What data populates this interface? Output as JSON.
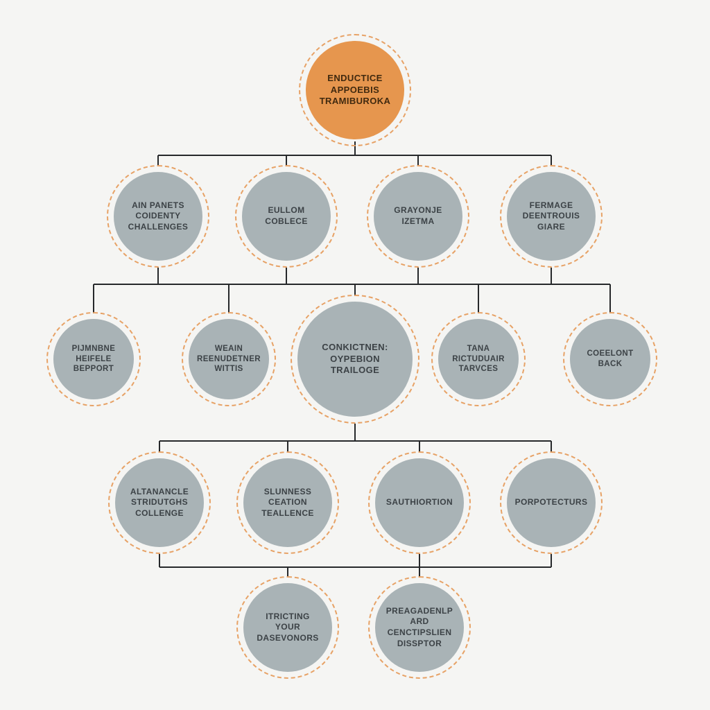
{
  "diagram": {
    "title": "",
    "colors": {
      "background": "#f5f5f3",
      "root_fill": "#e6964e",
      "node_fill": "#a9b3b6",
      "dash": "#e7a266",
      "line": "#26282a",
      "label": "#3c4246",
      "root_label": "#40290f"
    },
    "nodes": [
      {
        "id": "root",
        "label": "ENDUCTICE\nAPPOEBIS\nTRAMIBUROKA",
        "type": "root"
      },
      {
        "id": "ain-panets",
        "label": "AIN PANETS\nCOIDENTY\nCHALLENGES",
        "type": "branch"
      },
      {
        "id": "eullom",
        "label": "EULLOM\nCOBLECE",
        "type": "branch"
      },
      {
        "id": "grayonje",
        "label": "GRAYONJE\nIZETMA",
        "type": "branch"
      },
      {
        "id": "fermage",
        "label": "FERMAGE\nDEENTROUIS\nGIARE",
        "type": "branch"
      },
      {
        "id": "pijmnbne",
        "label": "PIJMNBNE\nHEIFELE\nBEPPORT",
        "type": "branch"
      },
      {
        "id": "weain",
        "label": "WEAIN\nREENUDETNER\nWITTIS",
        "type": "branch"
      },
      {
        "id": "conkictnen",
        "label": "CONKICTNEN:\nOYPEBION\nTRAILOGE",
        "type": "hub"
      },
      {
        "id": "tana",
        "label": "TANA\nRICTUDUAIR\nTARVCES",
        "type": "branch"
      },
      {
        "id": "coeelont",
        "label": "COEELONT\nBACK",
        "type": "branch"
      },
      {
        "id": "altanancle",
        "label": "ALTANANCLE\nSTRIDUTGHS\nCOLLENGE",
        "type": "branch"
      },
      {
        "id": "slunness",
        "label": "SLUNNESS\nCEATION\nTEALLENCE",
        "type": "branch"
      },
      {
        "id": "sauthiortion",
        "label": "SAUTHIORTION",
        "type": "branch"
      },
      {
        "id": "porpotecturs",
        "label": "PORPOTECTURS",
        "type": "branch"
      },
      {
        "id": "itricting",
        "label": "ITRICTING\nYOUR\nDASEVONORS",
        "type": "leaf"
      },
      {
        "id": "preagadenlp",
        "label": "PREAGADENLP\nARD\nCENCTIPSLIEN\nDISSPTOR",
        "type": "leaf"
      }
    ],
    "edges": [
      {
        "from": "root",
        "to": "ain-panets"
      },
      {
        "from": "root",
        "to": "eullom"
      },
      {
        "from": "root",
        "to": "grayonje"
      },
      {
        "from": "root",
        "to": "fermage"
      },
      {
        "from": "row2",
        "to": "pijmnbne"
      },
      {
        "from": "row2",
        "to": "weain"
      },
      {
        "from": "row2",
        "to": "conkictnen"
      },
      {
        "from": "row2",
        "to": "tana"
      },
      {
        "from": "row2",
        "to": "coeelont"
      },
      {
        "from": "conkictnen",
        "to": "altanancle"
      },
      {
        "from": "conkictnen",
        "to": "slunness"
      },
      {
        "from": "conkictnen",
        "to": "sauthiortion"
      },
      {
        "from": "conkictnen",
        "to": "porpotecturs"
      },
      {
        "from": "row4",
        "to": "itricting"
      },
      {
        "from": "row4",
        "to": "preagadenlp"
      }
    ]
  }
}
